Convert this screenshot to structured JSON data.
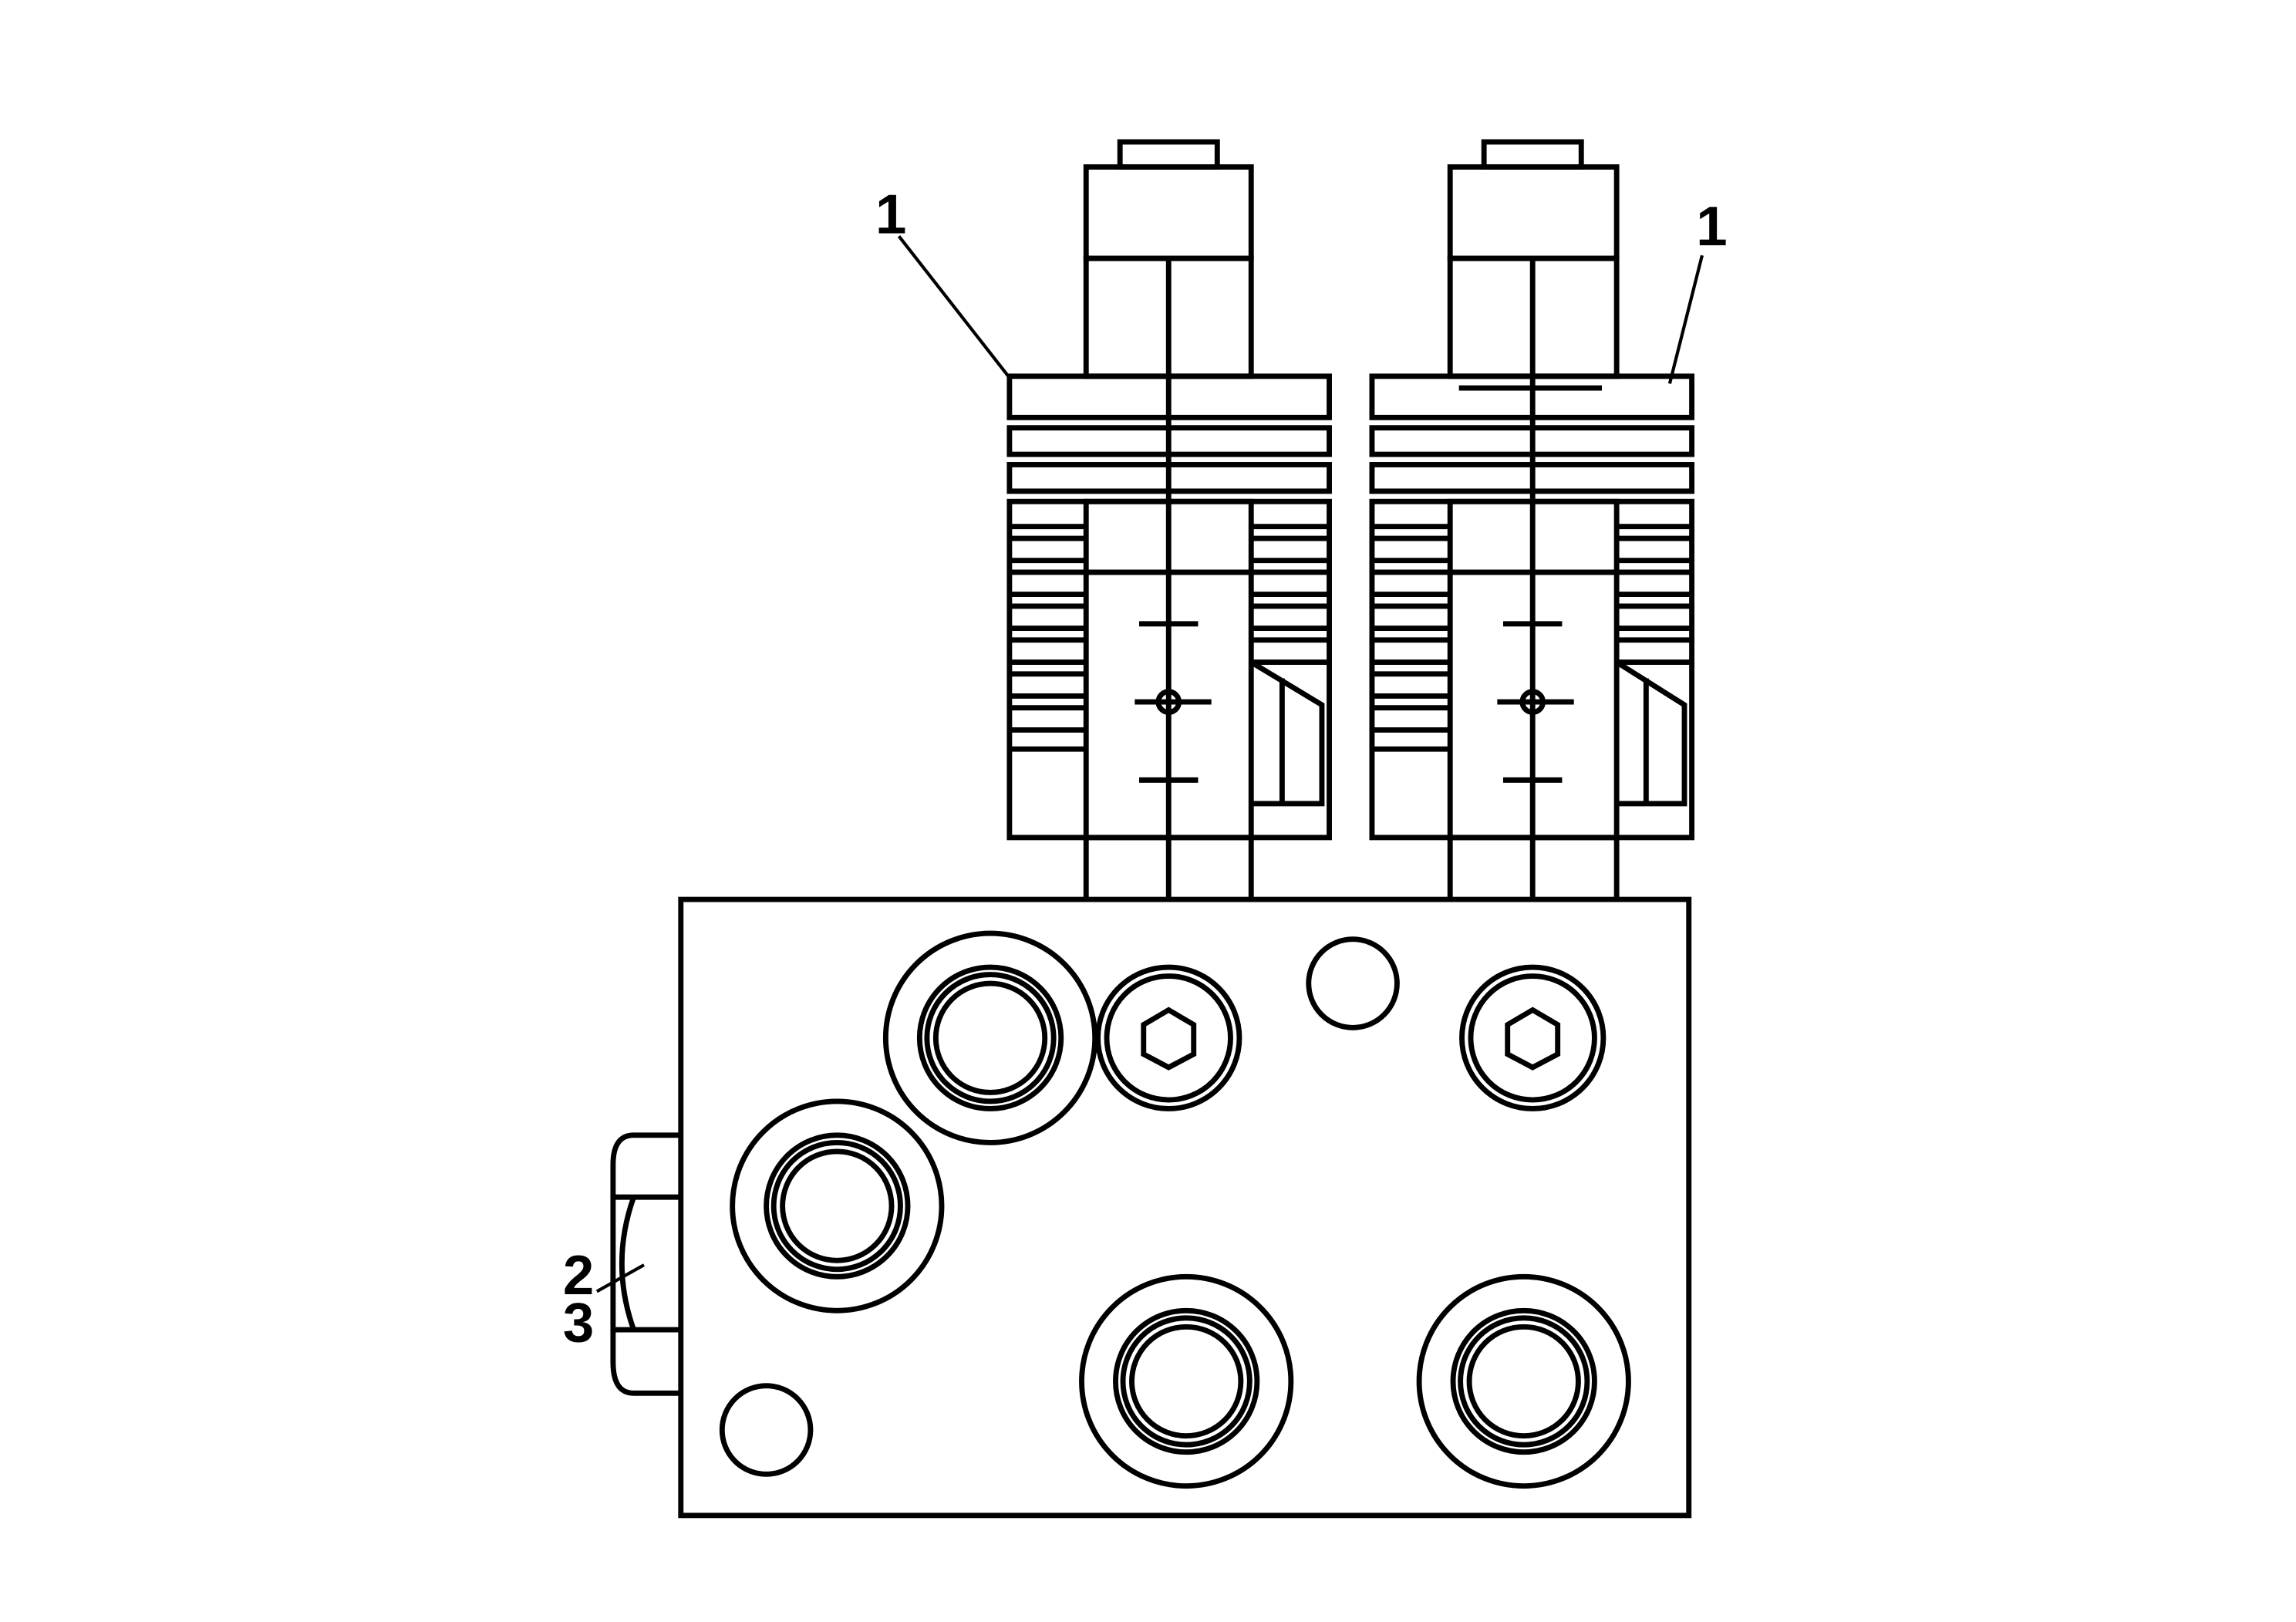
{
  "callouts": [
    {
      "id": "solenoid-left",
      "label": "1"
    },
    {
      "id": "solenoid-right",
      "label": "1"
    },
    {
      "id": "plug-a",
      "label": "2"
    },
    {
      "id": "plug-b",
      "label": "3"
    }
  ],
  "colors": {
    "line": "#000000",
    "background": "#ffffff"
  }
}
